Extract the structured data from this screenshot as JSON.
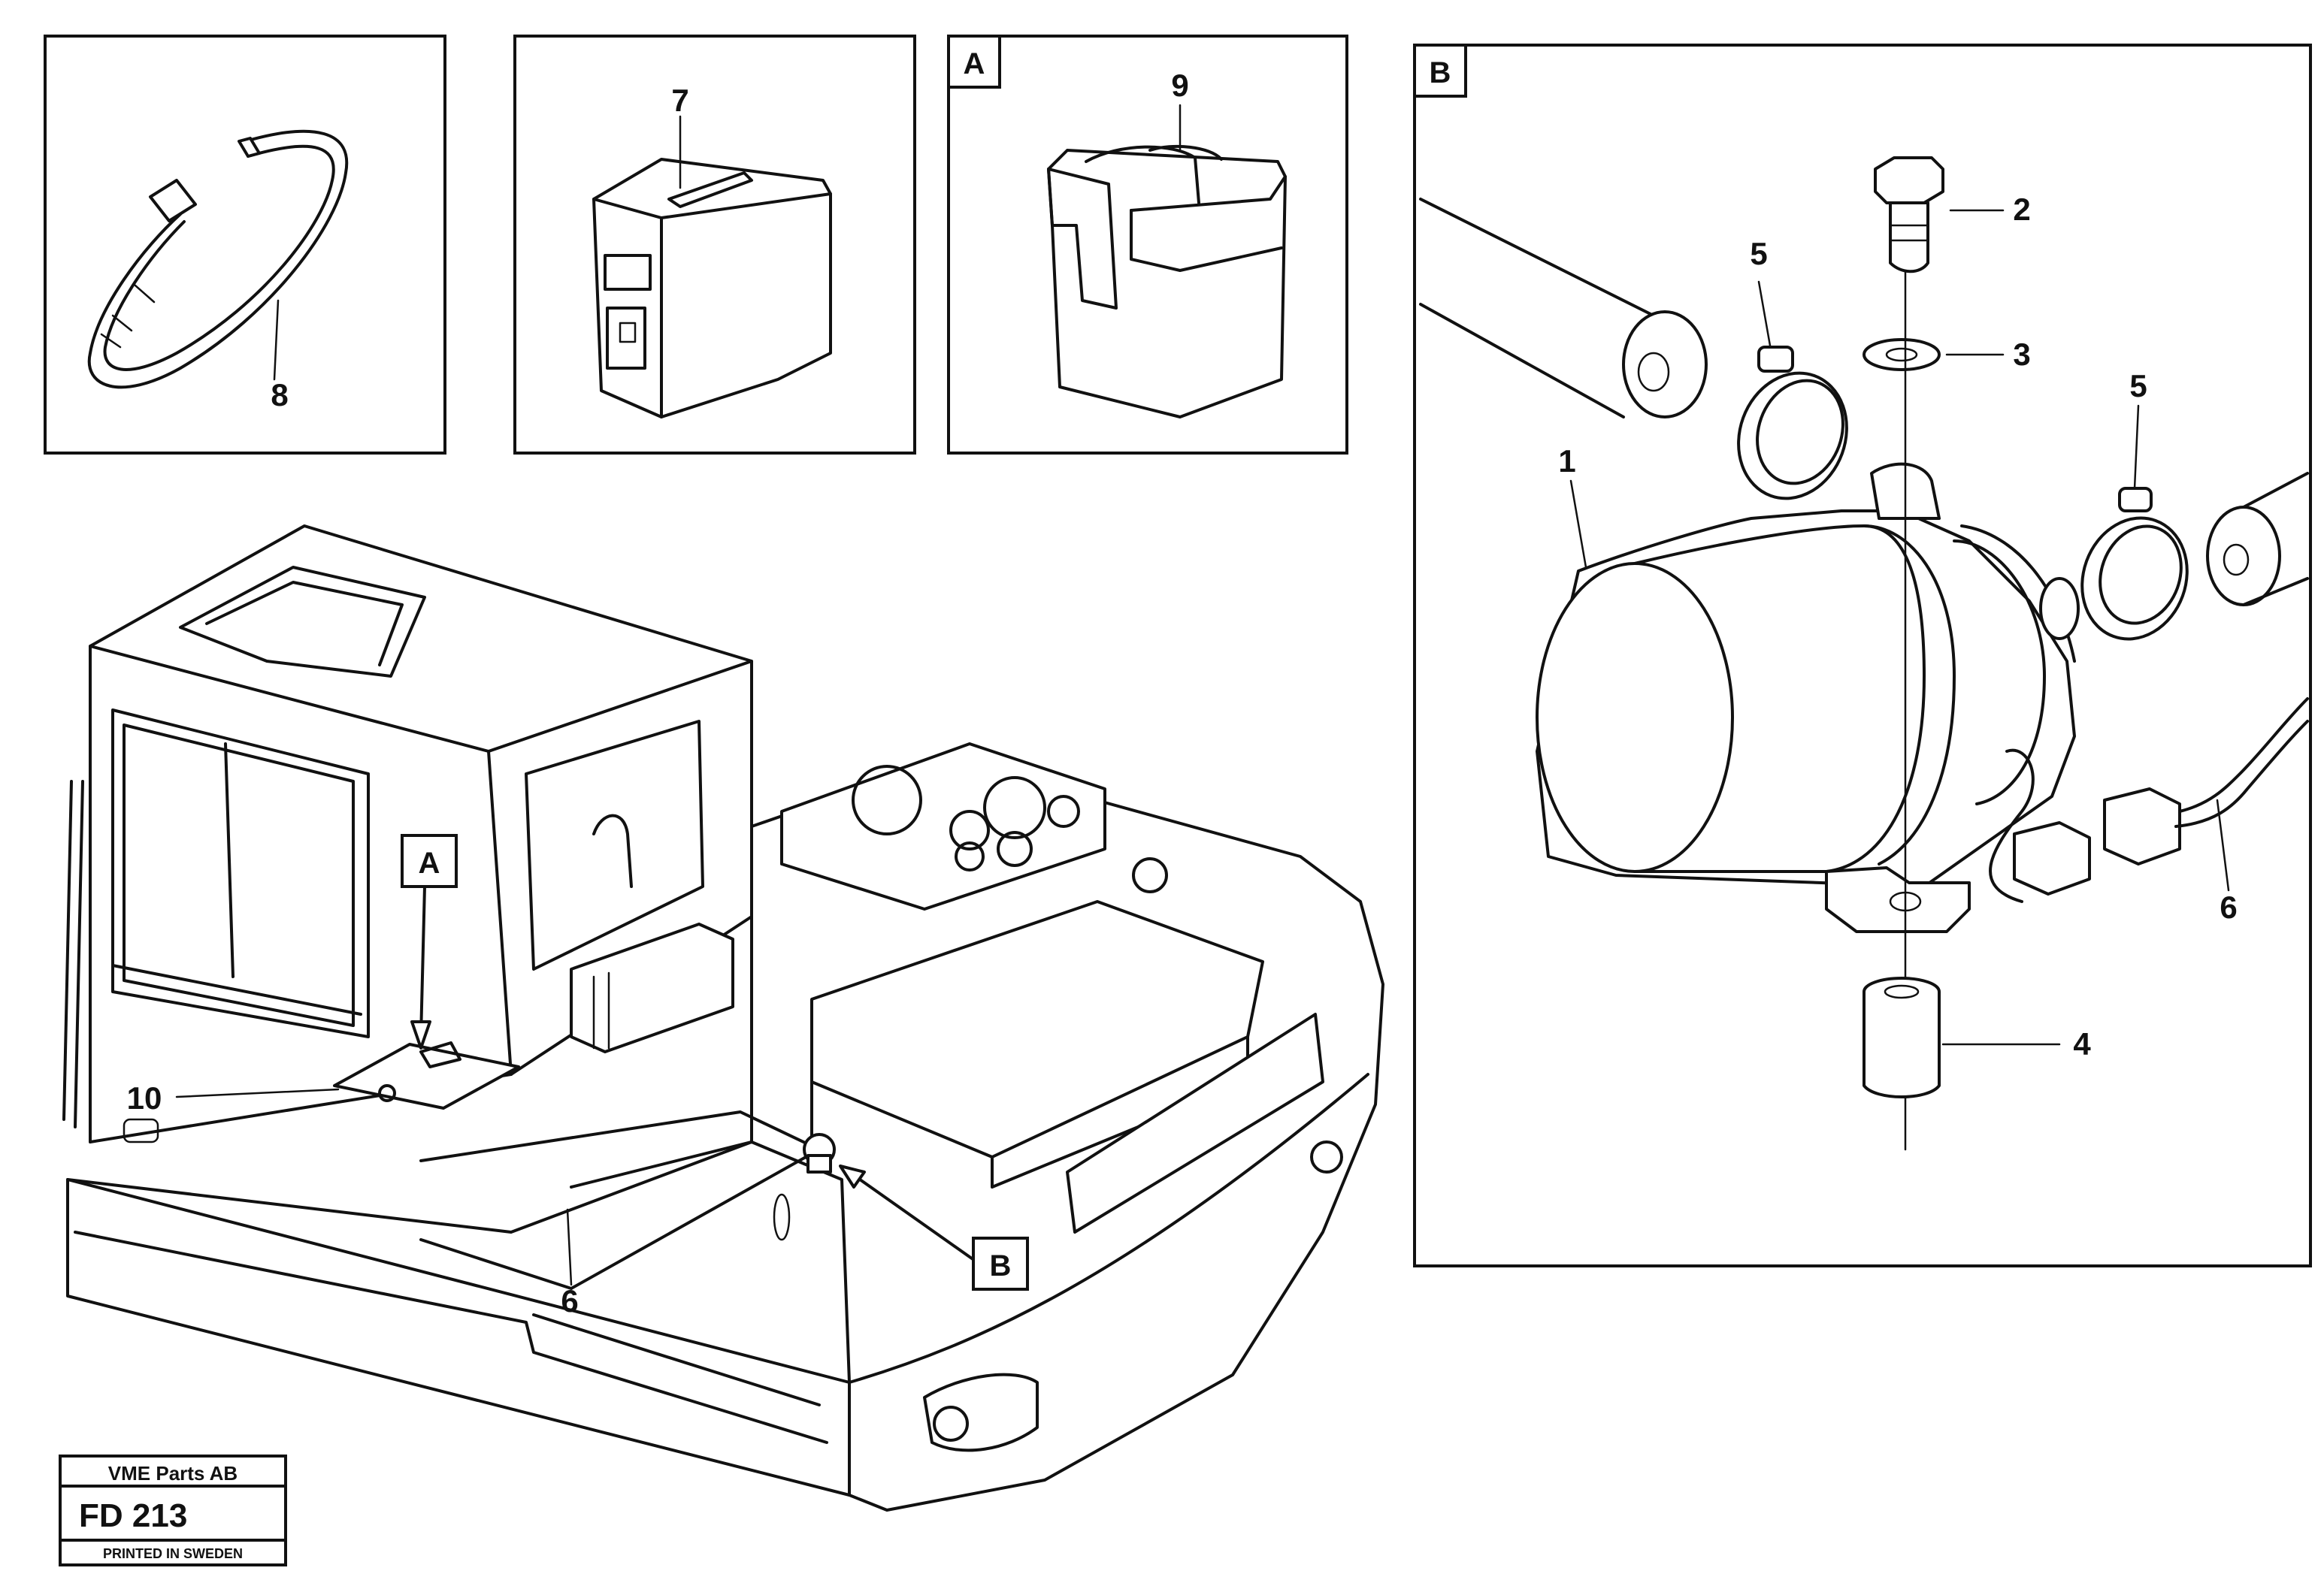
{
  "detail_tags": {
    "a": "A",
    "b": "B"
  },
  "part_numbers": {
    "p1": "1",
    "p2": "2",
    "p3": "3",
    "p4": "4",
    "p5a": "5",
    "p5b": "5",
    "p6a": "6",
    "p6b": "6",
    "p7": "7",
    "p8": "8",
    "p9": "9",
    "p10": "10"
  },
  "title_block": {
    "company": "VME Parts AB",
    "drawing_number": "FD 213",
    "printed": "PRINTED IN SWEDEN"
  }
}
